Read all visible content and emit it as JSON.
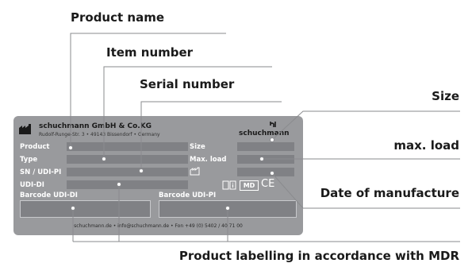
{
  "callouts": {
    "product_name": "Product name",
    "item_number": "Item number",
    "serial_number": "Serial number",
    "size": "Size",
    "max_load": "max. load",
    "date_of_manufacture": "Date of manufacture",
    "mdr_labelling": "Product labelling in accordance with MDR"
  },
  "plate": {
    "company": "schuchmann GmbH & Co.KG",
    "address": "Rudolf-Runge-Str. 3 • 49143 Bissendorf • Germany",
    "brand": "schuchmann",
    "labels": {
      "product": "Product",
      "type": "Type",
      "sn_udi_pi": "SN / UDI-PI",
      "udi_di": "UDI-DI",
      "barcode_udi_di": "Barcode UDI-DI",
      "barcode_udi_pi": "Barcode UDI-PI",
      "size": "Size",
      "max_load": "Max. load"
    },
    "md_symbol": "MD",
    "ce_mark": "CE",
    "footer": "schuchmann.de • info@schuchmann.de • Fon +49 (0) 5402 / 40 71 00"
  },
  "colors": {
    "plate": "#999a9d",
    "field": "#808185",
    "line": "#8a8b8e",
    "text_dark": "#1a1a1a"
  }
}
